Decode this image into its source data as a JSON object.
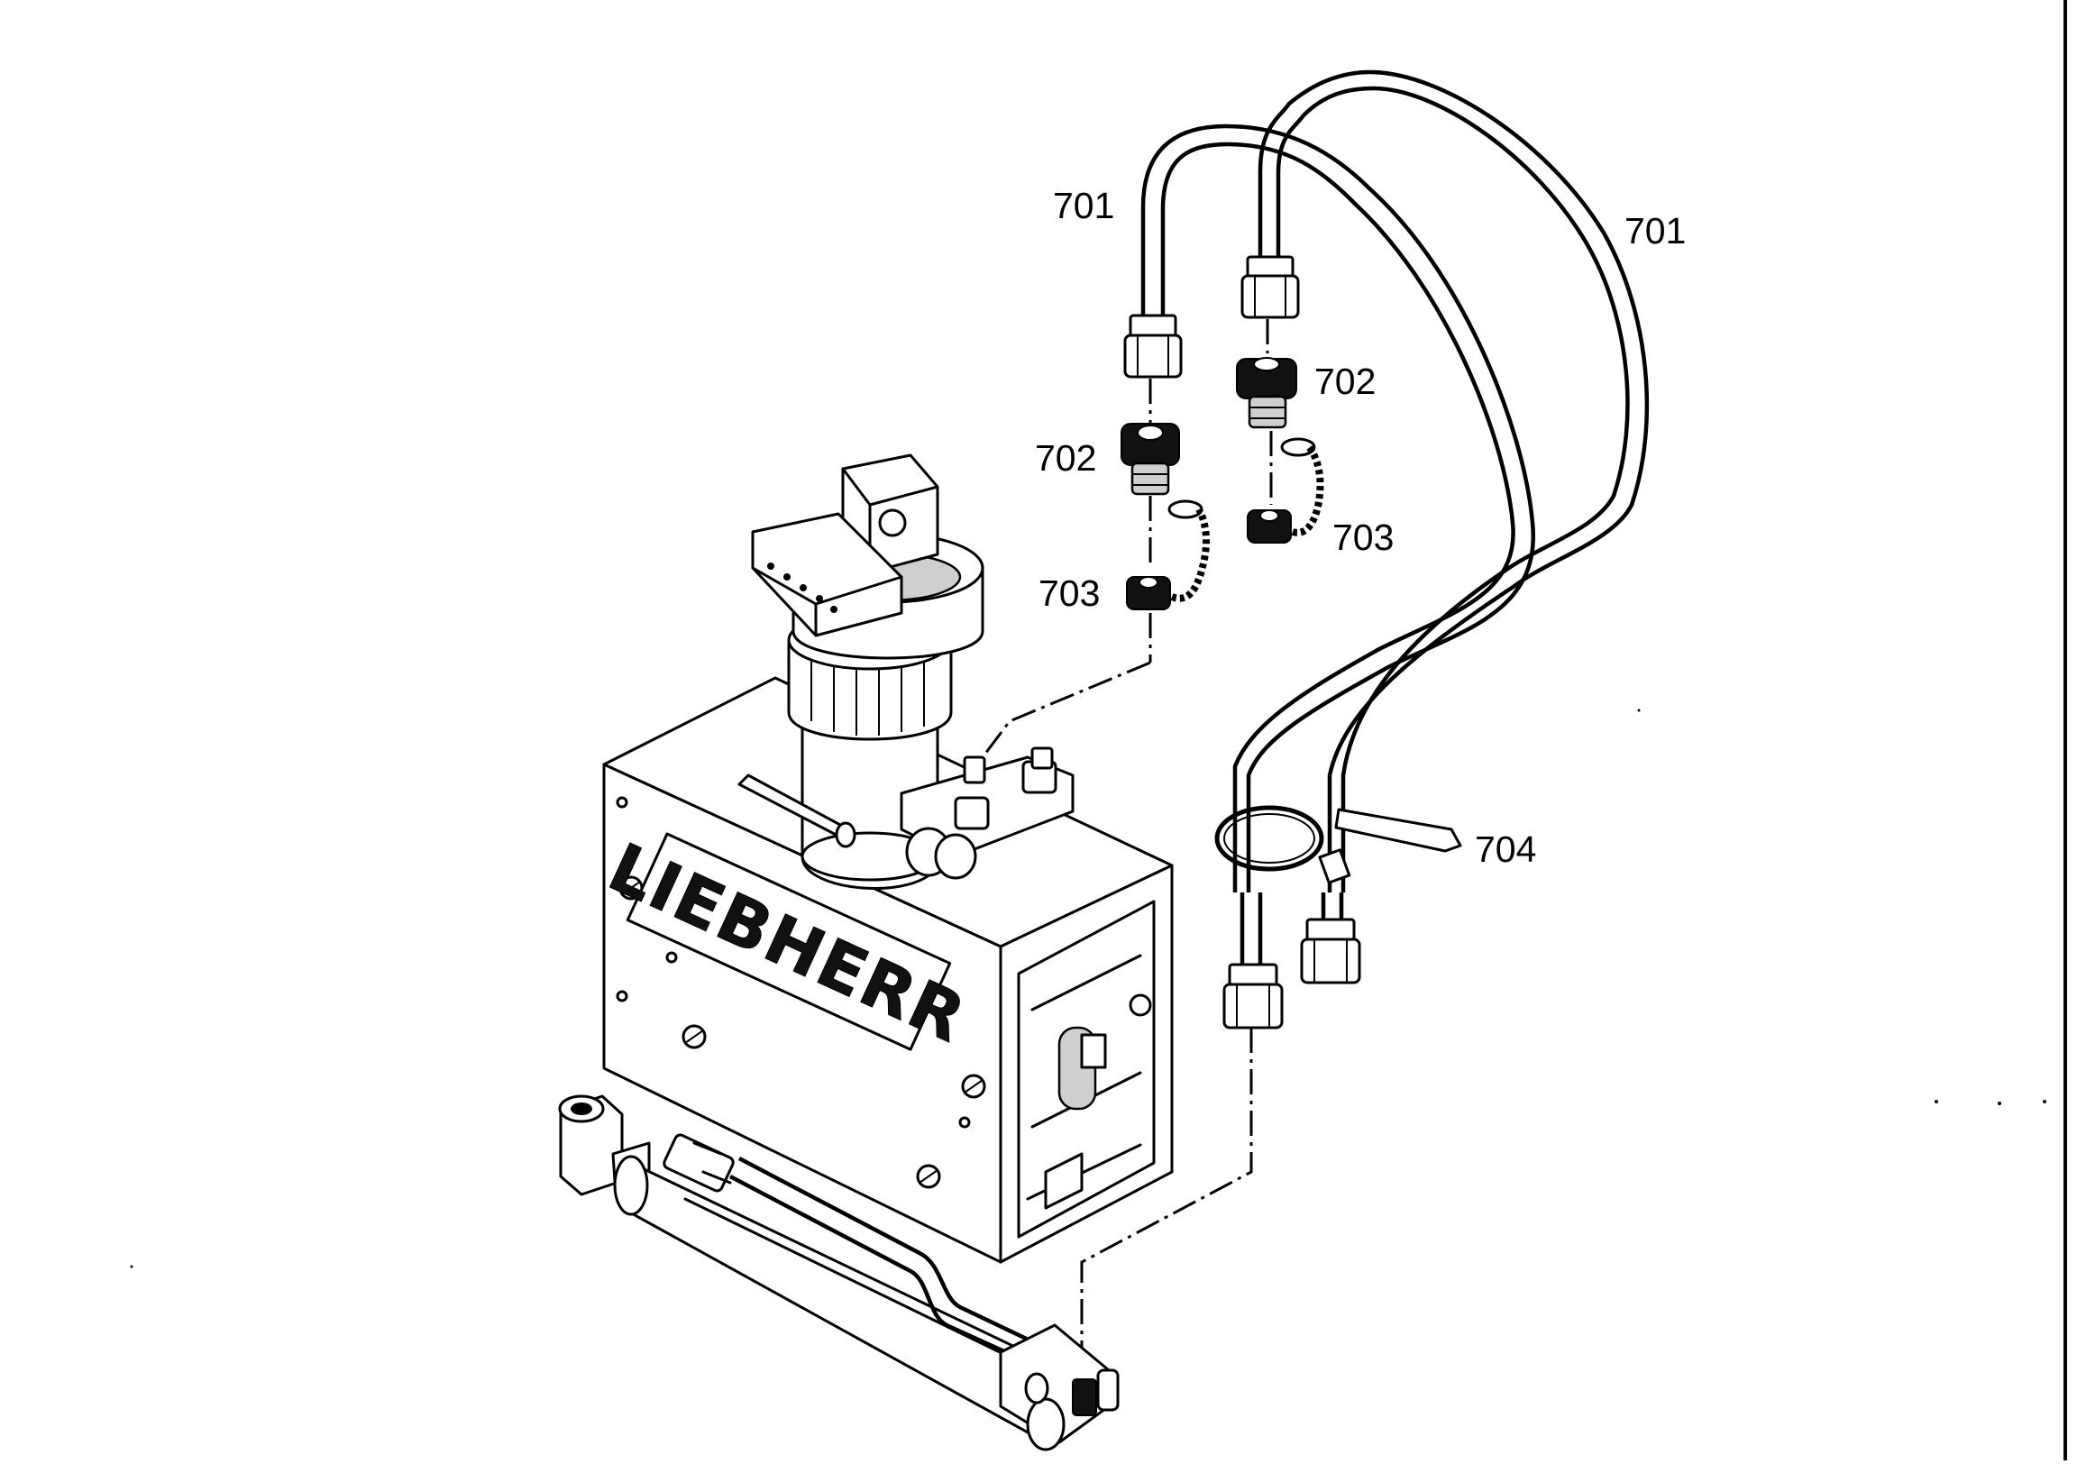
{
  "diagram": {
    "brand_logo_text": "LIEBHERR",
    "callouts": {
      "hose_left": "701",
      "hose_right": "701",
      "adapter_left": "702",
      "adapter_right": "702",
      "cap_left": "703",
      "cap_right": "703",
      "clamp": "704"
    }
  }
}
